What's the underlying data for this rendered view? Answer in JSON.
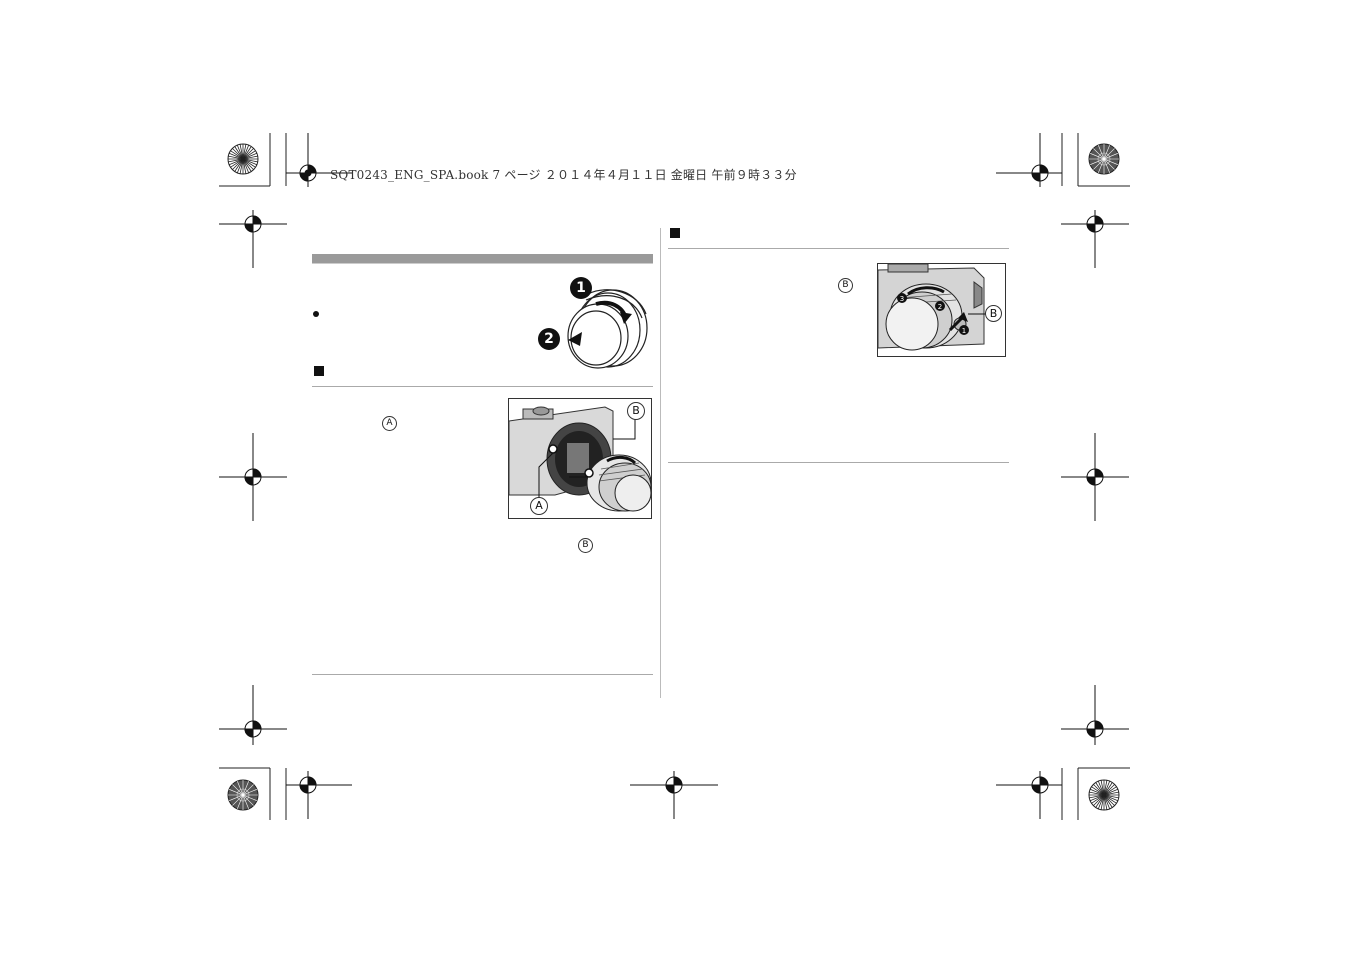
{
  "header": {
    "text": "SQT0243_ENG_SPA.book  7 ページ  ２０１４年４月１１日  金曜日  午前９時３３分"
  },
  "left_column": {
    "step1_labels": [
      "1",
      "2"
    ],
    "section_marker_letter_a": "A",
    "section_marker_letter_b": "B"
  },
  "figure_mount": {
    "label_a": "A",
    "label_b": "B"
  },
  "figure_detach": {
    "label_b": "B",
    "step_numbers": [
      "1",
      "2",
      "3"
    ]
  },
  "right_column": {
    "inline_label_b": "B"
  },
  "colors": {
    "ink": "#111111",
    "rule_grey": "#aaaaaa",
    "bar_grey": "#9a9a9a"
  }
}
